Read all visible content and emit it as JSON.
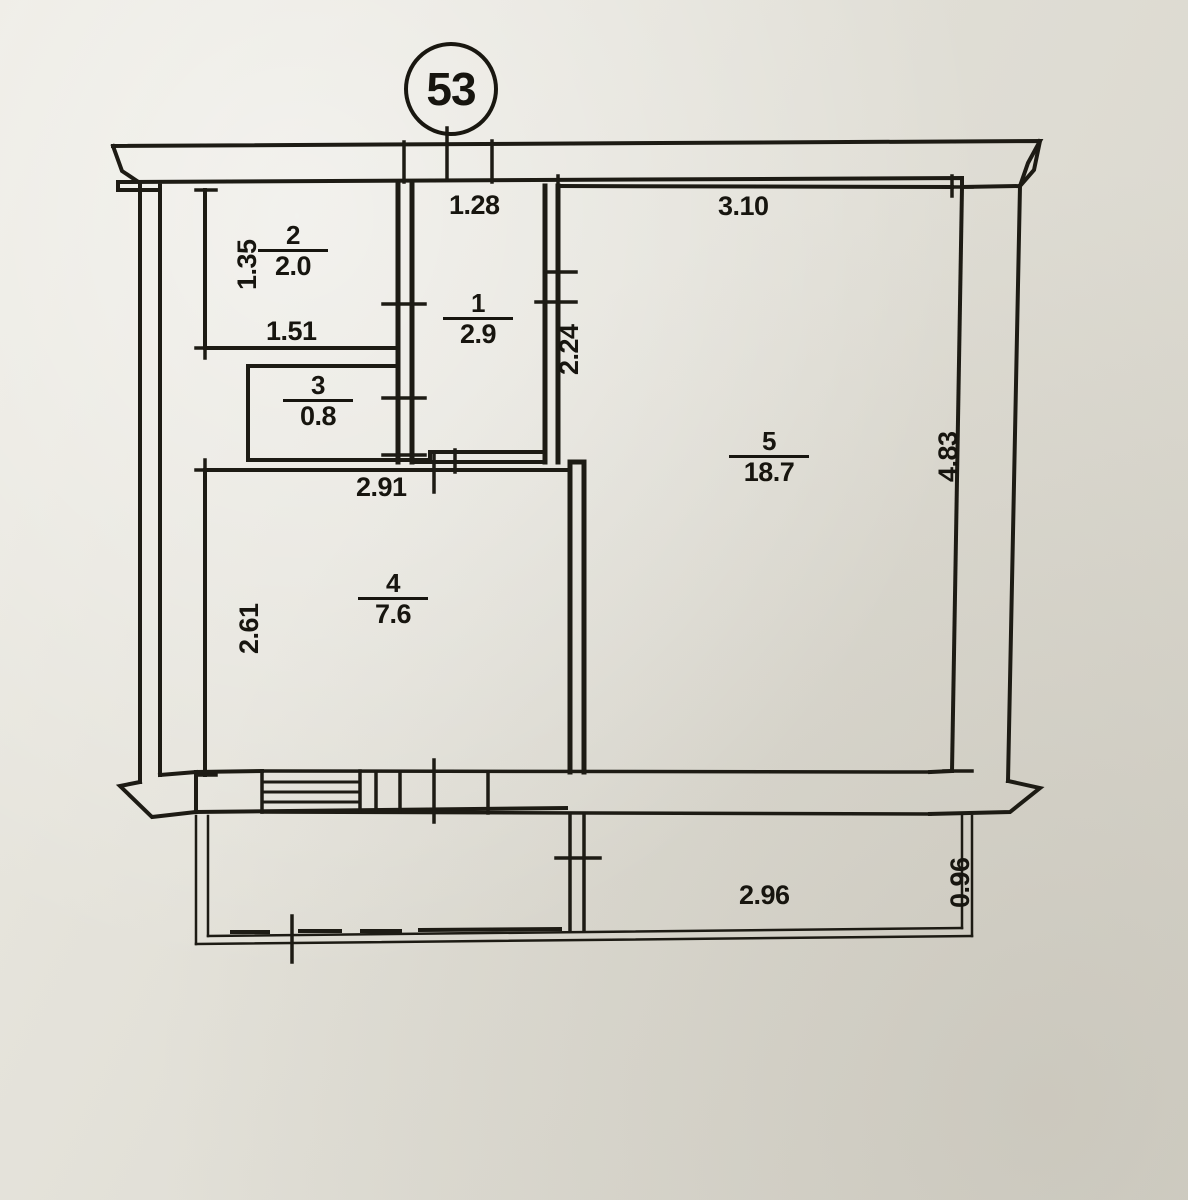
{
  "plan": {
    "stamp_number": "53",
    "ink_color": "#17150f",
    "paper_color": "#e5e3dc",
    "rooms": [
      {
        "id": "room-1",
        "number": "1",
        "area": "2.9"
      },
      {
        "id": "room-2",
        "number": "2",
        "area": "2.0"
      },
      {
        "id": "room-3",
        "number": "3",
        "area": "0.8"
      },
      {
        "id": "room-4",
        "number": "4",
        "area": "7.6"
      },
      {
        "id": "room-5",
        "number": "5",
        "area": "18.7"
      }
    ],
    "dimensions": {
      "room2_height": "1.35",
      "room2_width": "1.51",
      "hall_top_width": "1.28",
      "hall_right_height": "2.24",
      "living_top_width": "3.10",
      "living_right_height": "4.83",
      "kitchen_top_width": "2.91",
      "kitchen_left_height": "2.61",
      "balcony_width": "2.96",
      "balcony_depth": "0.96"
    }
  }
}
